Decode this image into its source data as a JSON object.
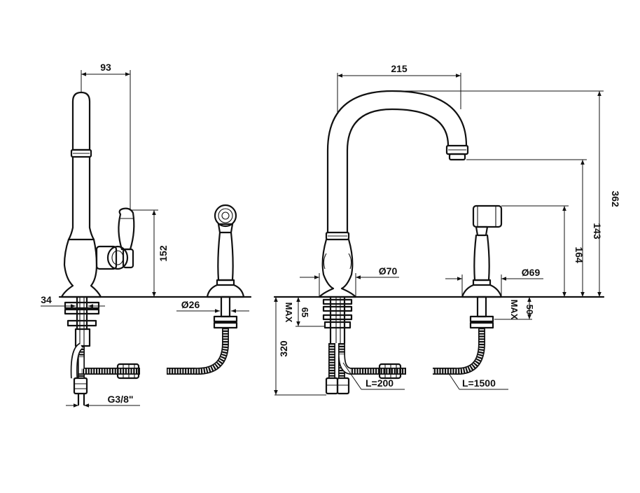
{
  "left_view": {
    "dim_reach": "93",
    "dim_handle_height": "152",
    "dim_hole": "34",
    "dim_spray_base": "Ø26",
    "dim_thread": "G3/8\""
  },
  "right_view": {
    "dim_spout_reach": "215",
    "dim_total_height": "362",
    "dim_outlet_height": "143",
    "dim_spray_height": "164",
    "dim_base_diameter": "Ø70",
    "dim_spray_diameter": "Ø69",
    "dim_deck_max_mixer": "65",
    "dim_deck_max_spray": "50",
    "max_label": "MAX",
    "dim_hose_depth": "320",
    "hose_short": "L=200",
    "hose_long": "L=1500"
  }
}
